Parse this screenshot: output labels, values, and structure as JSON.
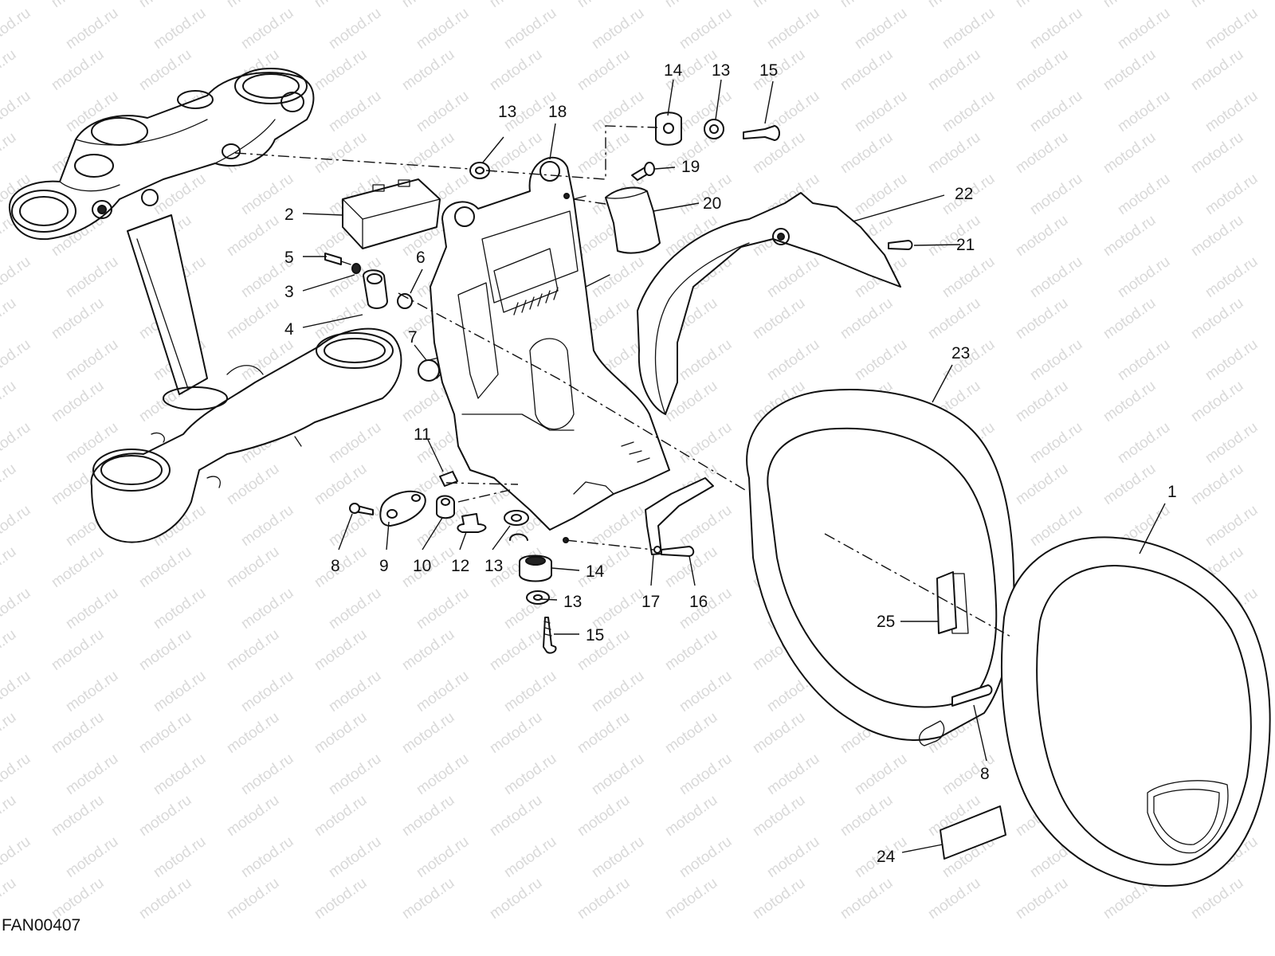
{
  "watermark": "motod.ru",
  "figure_code": "FAN00407",
  "callouts": [
    {
      "id": "c1",
      "label": "1"
    },
    {
      "id": "c2",
      "label": "2"
    },
    {
      "id": "c3",
      "label": "3"
    },
    {
      "id": "c4",
      "label": "4"
    },
    {
      "id": "c5",
      "label": "5"
    },
    {
      "id": "c6",
      "label": "6"
    },
    {
      "id": "c7",
      "label": "7"
    },
    {
      "id": "c8a",
      "label": "8"
    },
    {
      "id": "c8b",
      "label": "8"
    },
    {
      "id": "c9",
      "label": "9"
    },
    {
      "id": "c10",
      "label": "10"
    },
    {
      "id": "c11",
      "label": "11"
    },
    {
      "id": "c12",
      "label": "12"
    },
    {
      "id": "c13a",
      "label": "13"
    },
    {
      "id": "c13b",
      "label": "13"
    },
    {
      "id": "c13c",
      "label": "13"
    },
    {
      "id": "c13d",
      "label": "13"
    },
    {
      "id": "c14a",
      "label": "14"
    },
    {
      "id": "c14b",
      "label": "14"
    },
    {
      "id": "c15a",
      "label": "15"
    },
    {
      "id": "c15b",
      "label": "15"
    },
    {
      "id": "c16",
      "label": "16"
    },
    {
      "id": "c17",
      "label": "17"
    },
    {
      "id": "c18",
      "label": "18"
    },
    {
      "id": "c19",
      "label": "19"
    },
    {
      "id": "c20",
      "label": "20"
    },
    {
      "id": "c21",
      "label": "21"
    },
    {
      "id": "c22",
      "label": "22"
    },
    {
      "id": "c23",
      "label": "23"
    },
    {
      "id": "c24",
      "label": "24"
    },
    {
      "id": "c25",
      "label": "25"
    }
  ]
}
